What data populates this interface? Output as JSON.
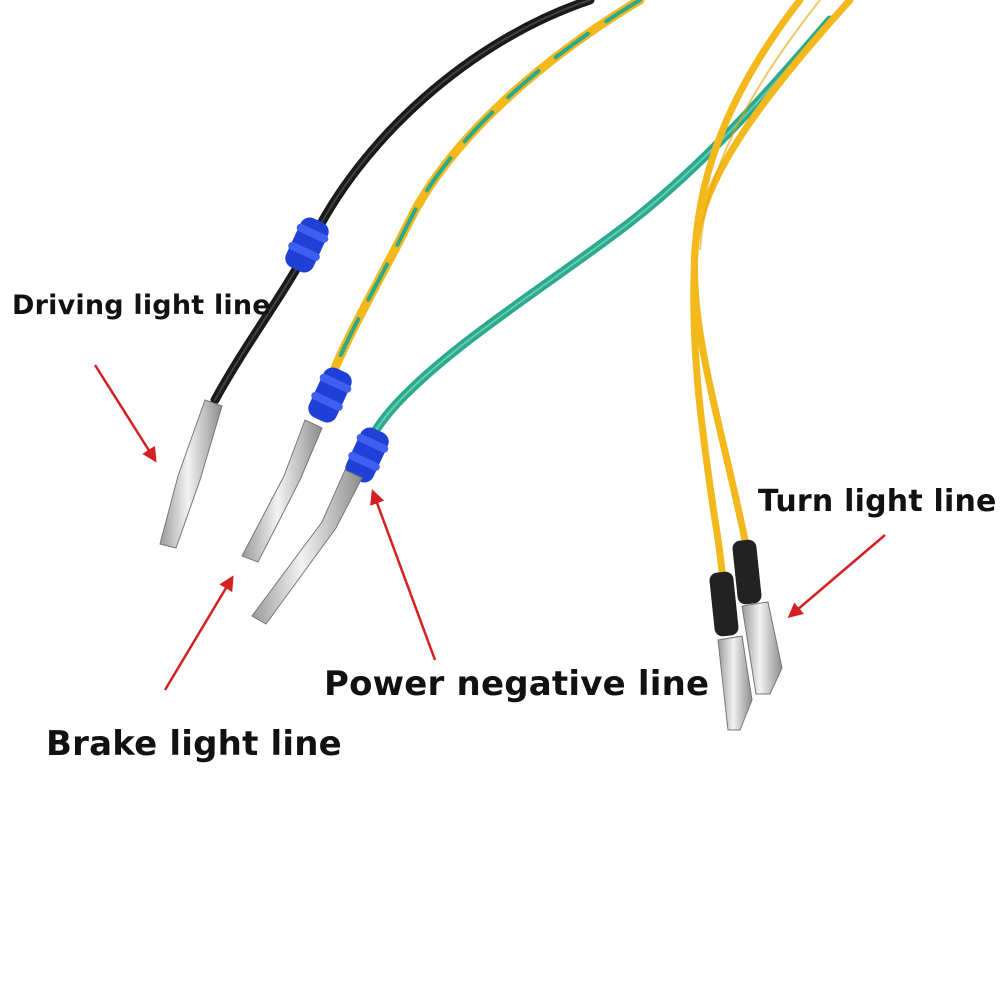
{
  "labels": {
    "driving_light": "Driving light line",
    "brake_light": "Brake light line",
    "power_negative": "Power negative line",
    "turn_light": "Turn light line"
  },
  "colors": {
    "background": "#ffffff",
    "arrow": "#d42020",
    "black_wire": "#1a1a1a",
    "green_wire": "#2aa98c",
    "yellow_wire": "#f2b81c",
    "seal_blue": "#1f3fd6",
    "metal_terminal": "#c8c8c8"
  }
}
